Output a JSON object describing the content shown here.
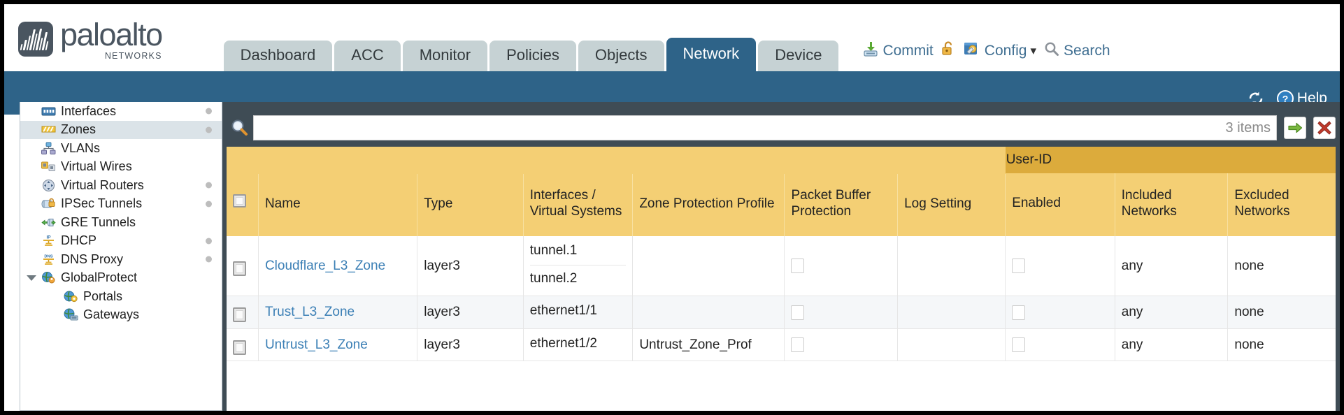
{
  "brand": {
    "name": "paloalto",
    "tagline": "NETWORKS"
  },
  "main_tabs": [
    {
      "label": "Dashboard",
      "active": false
    },
    {
      "label": "ACC",
      "active": false
    },
    {
      "label": "Monitor",
      "active": false
    },
    {
      "label": "Policies",
      "active": false
    },
    {
      "label": "Objects",
      "active": false
    },
    {
      "label": "Network",
      "active": true
    },
    {
      "label": "Device",
      "active": false
    }
  ],
  "top_actions": {
    "commit": "Commit",
    "lock_icon": "unlock-icon",
    "config": "Config",
    "config_caret": "▾",
    "search": "Search"
  },
  "blue_band": {
    "refresh_icon": "refresh-icon",
    "help": "Help",
    "help_icon": "help-icon"
  },
  "sidebar": {
    "items": [
      {
        "label": "Interfaces",
        "icon": "interfaces-icon",
        "selected": false,
        "dot": true,
        "sub": false,
        "caret": false
      },
      {
        "label": "Zones",
        "icon": "zones-icon",
        "selected": true,
        "dot": true,
        "sub": false,
        "caret": false
      },
      {
        "label": "VLANs",
        "icon": "vlans-icon",
        "selected": false,
        "dot": false,
        "sub": false,
        "caret": false
      },
      {
        "label": "Virtual Wires",
        "icon": "virtual-wires-icon",
        "selected": false,
        "dot": false,
        "sub": false,
        "caret": false
      },
      {
        "label": "Virtual Routers",
        "icon": "virtual-routers-icon",
        "selected": false,
        "dot": true,
        "sub": false,
        "caret": false
      },
      {
        "label": "IPSec Tunnels",
        "icon": "ipsec-tunnels-icon",
        "selected": false,
        "dot": true,
        "sub": false,
        "caret": false
      },
      {
        "label": "GRE Tunnels",
        "icon": "gre-tunnels-icon",
        "selected": false,
        "dot": false,
        "sub": false,
        "caret": false
      },
      {
        "label": "DHCP",
        "icon": "dhcp-icon",
        "selected": false,
        "dot": true,
        "sub": false,
        "caret": false
      },
      {
        "label": "DNS Proxy",
        "icon": "dns-proxy-icon",
        "selected": false,
        "dot": true,
        "sub": false,
        "caret": false
      },
      {
        "label": "GlobalProtect",
        "icon": "globalprotect-icon",
        "selected": false,
        "dot": false,
        "sub": false,
        "caret": true
      },
      {
        "label": "Portals",
        "icon": "portals-icon",
        "selected": false,
        "dot": false,
        "sub": true,
        "caret": false
      },
      {
        "label": "Gateways",
        "icon": "gateways-icon",
        "selected": false,
        "dot": false,
        "sub": true,
        "caret": false
      }
    ]
  },
  "search_bar": {
    "icon": "search-magnifier-icon",
    "value": "",
    "placeholder": "",
    "item_count": "3 items",
    "apply_icon": "apply-filter-arrow-icon",
    "clear_icon": "clear-filter-x-icon"
  },
  "table": {
    "group_header": "User-ID",
    "columns": [
      "Name",
      "Type",
      "Interfaces / Virtual Systems",
      "Zone Protection Profile",
      "Packet Buffer Protection",
      "Log Setting",
      "Enabled",
      "Included Networks",
      "Excluded Networks"
    ],
    "rows": [
      {
        "selected": false,
        "name": "Cloudflare_L3_Zone",
        "type": "layer3",
        "interfaces": [
          "tunnel.1",
          "tunnel.2"
        ],
        "zone_protection_profile": "",
        "packet_buffer_protection": false,
        "log_setting": "",
        "userid_enabled": false,
        "included_networks": "any",
        "excluded_networks": "none"
      },
      {
        "selected": false,
        "name": "Trust_L3_Zone",
        "type": "layer3",
        "interfaces": [
          "ethernet1/1"
        ],
        "zone_protection_profile": "",
        "packet_buffer_protection": false,
        "log_setting": "",
        "userid_enabled": false,
        "included_networks": "any",
        "excluded_networks": "none"
      },
      {
        "selected": false,
        "name": "Untrust_L3_Zone",
        "type": "layer3",
        "interfaces": [
          "ethernet1/2"
        ],
        "zone_protection_profile": "Untrust_Zone_Prof",
        "packet_buffer_protection": false,
        "log_setting": "",
        "userid_enabled": false,
        "included_networks": "any",
        "excluded_networks": "none"
      }
    ]
  },
  "colors": {
    "brand_dark": "#4a5560",
    "nav_blue": "#2e6388",
    "tab_inactive": "#c6d2d4",
    "header_gold": "#f4cf74",
    "group_gold": "#dcab3c",
    "link_blue": "#3b7fb5",
    "panel_dark": "#3f4c55"
  }
}
